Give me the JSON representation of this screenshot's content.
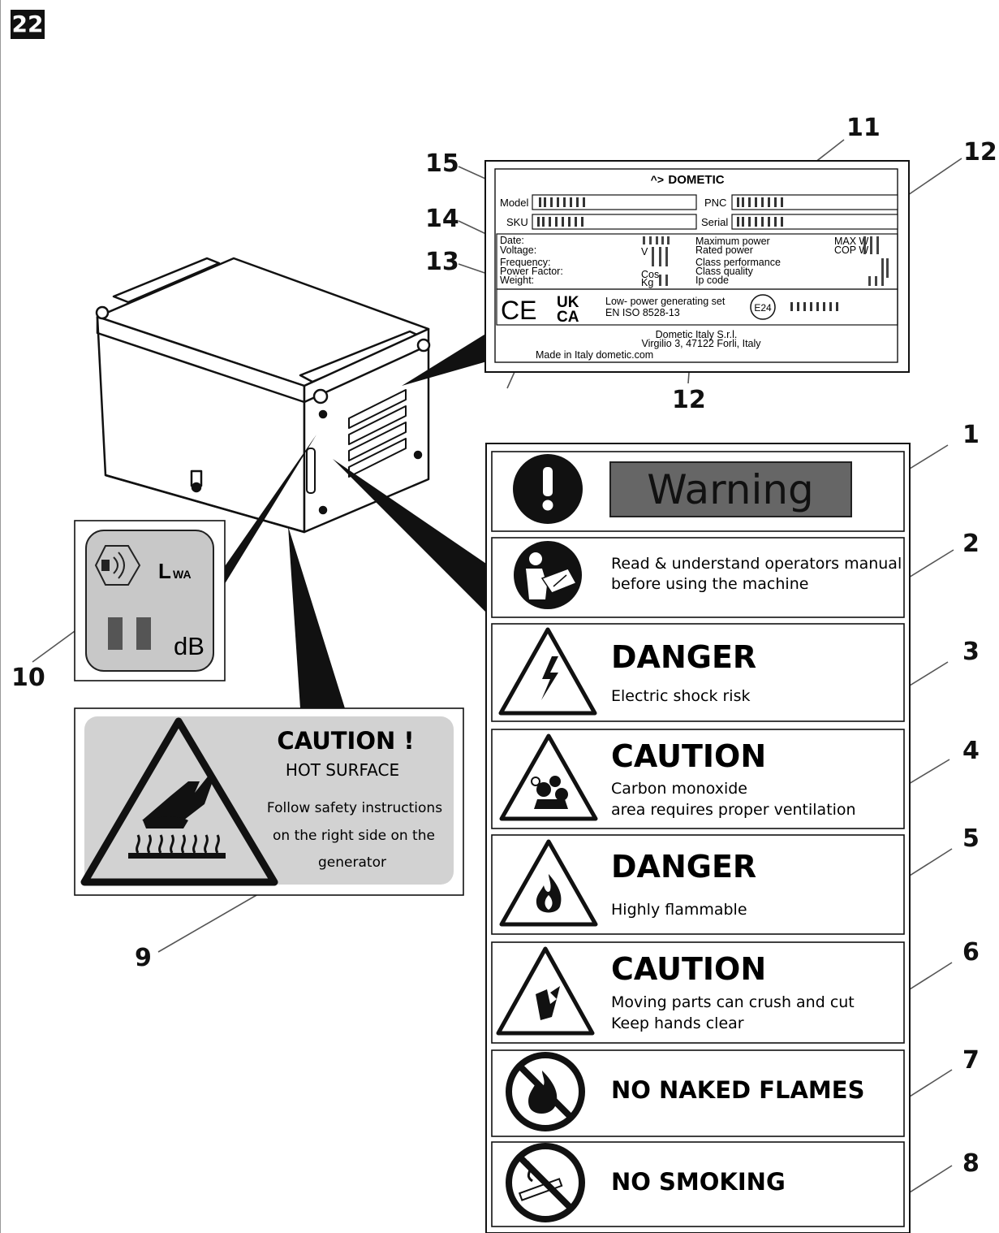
{
  "page_number": "22",
  "callouts": {
    "c1": "1",
    "c2": "2",
    "c3": "3",
    "c4": "4",
    "c5": "5",
    "c6": "6",
    "c7": "7",
    "c8": "8",
    "c9": "9",
    "c10": "10",
    "c11": "11",
    "c12a": "12",
    "c12b": "12",
    "c13": "13",
    "c14": "14",
    "c15": "15"
  },
  "rating_plate": {
    "brand": "DOMETIC",
    "model_label": "Model",
    "pnc_label": "PNC",
    "sku_label": "SKU",
    "serial_label": "Serial",
    "date_label": "Date:",
    "voltage_label": "Voltage:",
    "frequency_label": "Frequency:",
    "power_factor_label": "Power Factor:",
    "weight_label": "Weight:",
    "unit_v": "V",
    "unit_cos": "Cos",
    "unit_kg": "Kg",
    "max_power_label": "Maximum power",
    "rated_power_label": "Rated power",
    "class_performance_label": "Class performance",
    "class_quality_label": "Class quality",
    "ip_code_label": "Ip code",
    "max_unit": "MAX W",
    "cop_unit": "COP W",
    "ce_mark": "CE",
    "ukca_top": "UK",
    "ukca_bottom": "CA",
    "description_line1": "Low- power generating set",
    "description_line2": "EN ISO 8528-13",
    "e_mark": "E24",
    "company": "Dometic Italy S.r.l.",
    "address": "Virgilio 3, 47122 Forli, Italy",
    "made_in": "Made in Italy dometic.com"
  },
  "labels": [
    {
      "title": "Warning",
      "text1": "",
      "text2": "",
      "icon": "exclamation-icon"
    },
    {
      "title": "",
      "text1": "Read & understand operators manual",
      "text2": "before using the machine",
      "icon": "read-manual-icon"
    },
    {
      "title": "DANGER",
      "text1": "Electric shock risk",
      "text2": "",
      "icon": "electric-shock-icon"
    },
    {
      "title": "CAUTION",
      "text1": "Carbon monoxide",
      "text2": "area requires proper ventilation",
      "icon": "carbon-monoxide-icon"
    },
    {
      "title": "DANGER",
      "text1": "Highly flammable",
      "text2": "",
      "icon": "flammable-icon"
    },
    {
      "title": "CAUTION",
      "text1": "Moving parts can crush and cut",
      "text2": "Keep hands clear",
      "icon": "moving-parts-icon"
    },
    {
      "title": "NO NAKED FLAMES",
      "text1": "",
      "text2": "",
      "icon": "no-flames-icon"
    },
    {
      "title": "NO SMOKING",
      "text1": "",
      "text2": "",
      "icon": "no-smoking-icon"
    }
  ],
  "hot_surface": {
    "title": "CAUTION !",
    "subtitle": "HOT SURFACE",
    "line1": "Follow  safety instructions",
    "line2": "on the right side on the",
    "line3": "generator"
  },
  "noise_label": {
    "lwa": "L",
    "lwa_sub": "WA",
    "unit": "dB"
  }
}
